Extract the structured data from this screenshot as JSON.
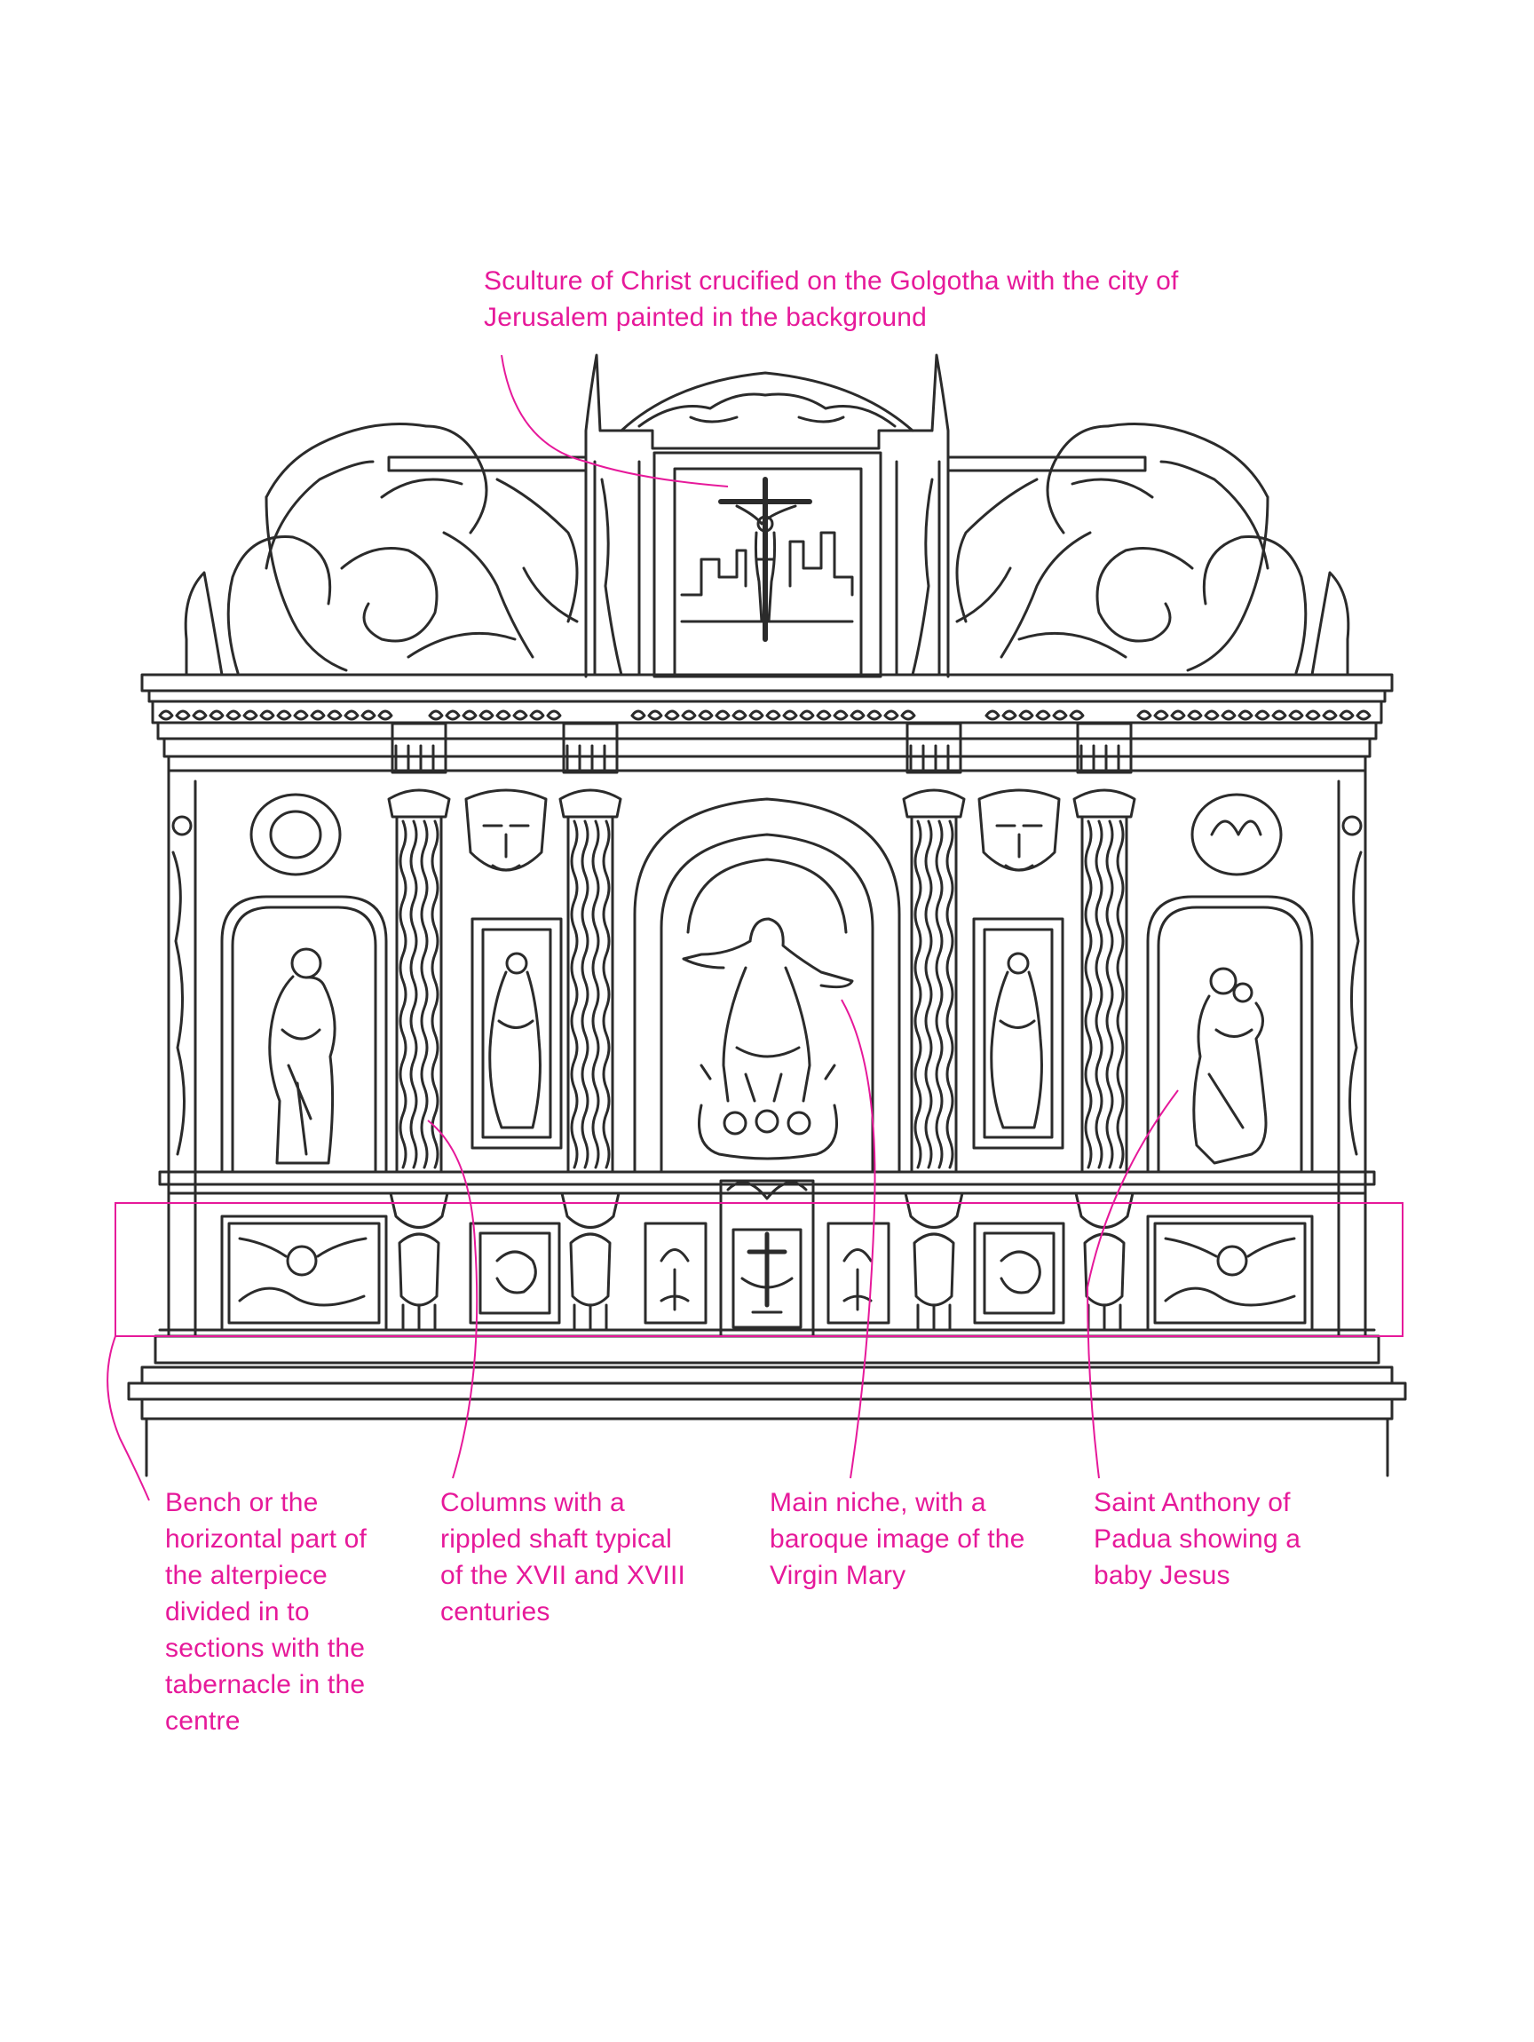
{
  "colors": {
    "ink": "#2b2b2b",
    "annotation": "#e6199a",
    "paper": "#ffffff"
  },
  "annotations": {
    "top": {
      "lines": [
        "Sculture of Christ crucified on the Golgotha with the city of",
        "Jerusalem painted in the background"
      ]
    },
    "bench": {
      "lines": [
        "Bench or the",
        "horizontal part of",
        "the alterpiece",
        "divided in to",
        "sections with the",
        "tabernacle in the",
        "centre"
      ]
    },
    "columns": {
      "lines": [
        "Columns with a",
        "rippled shaft typical",
        "of the XVII and XVIII",
        "centuries"
      ]
    },
    "niche": {
      "lines": [
        "Main niche, with a",
        "baroque image of the",
        "Virgin Mary"
      ]
    },
    "anthony": {
      "lines": [
        "Saint Anthony of",
        "Padua showing a",
        "baby Jesus"
      ]
    }
  }
}
